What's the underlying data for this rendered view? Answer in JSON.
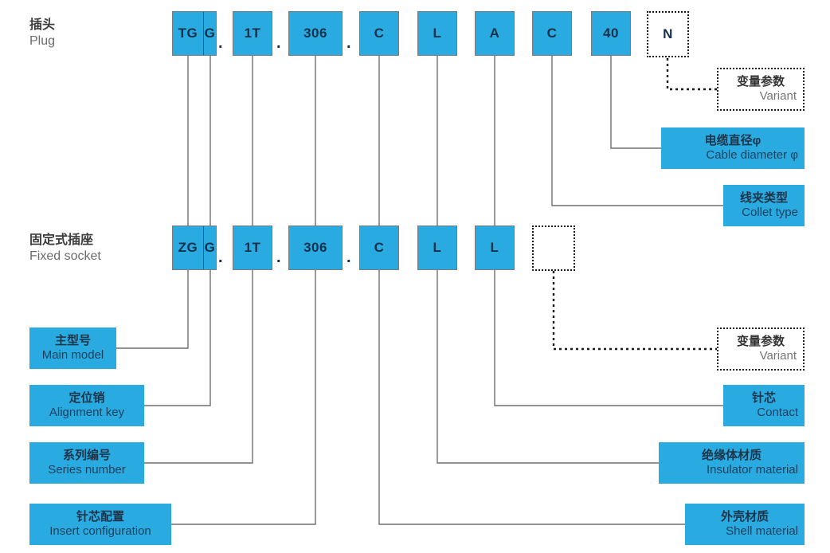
{
  "meta": {
    "accent": "#29abe2",
    "line": "#6e6e6e",
    "dotted": "#1a1a1a"
  },
  "rows": [
    {
      "id": "plug",
      "title_cn": "插头",
      "title_en": "Plug",
      "codes": [
        {
          "name": "main-model",
          "value": "TG",
          "sub": "G",
          "dotted": false
        },
        {
          "name": "series-number",
          "value": "1T",
          "dotted": false
        },
        {
          "name": "insert-configuration",
          "value": "306",
          "dotted": false
        },
        {
          "name": "shell-material",
          "value": "C",
          "dotted": false
        },
        {
          "name": "insulator-material",
          "value": "L",
          "dotted": false
        },
        {
          "name": "contact",
          "value": "A",
          "dotted": false
        },
        {
          "name": "collet-type",
          "value": "C",
          "dotted": false
        },
        {
          "name": "cable-diameter",
          "value": "40",
          "dotted": false
        },
        {
          "name": "variant",
          "value": "N",
          "dotted": true
        }
      ],
      "separators": [
        "."
      ]
    },
    {
      "id": "fixed-socket",
      "title_cn": "固定式插座",
      "title_en": "Fixed socket",
      "codes": [
        {
          "name": "main-model",
          "value": "ZG",
          "sub": "G",
          "dotted": false
        },
        {
          "name": "series-number",
          "value": "1T",
          "dotted": false
        },
        {
          "name": "insert-configuration",
          "value": "306",
          "dotted": false
        },
        {
          "name": "shell-material",
          "value": "C",
          "dotted": false
        },
        {
          "name": "insulator-material",
          "value": "L",
          "dotted": false
        },
        {
          "name": "contact",
          "value": "L",
          "dotted": false
        },
        {
          "name": "variant",
          "value": "",
          "dotted": true
        }
      ]
    }
  ],
  "separator_char": ".",
  "legends": {
    "variant_top": {
      "cn": "变量参数",
      "en": "Variant"
    },
    "cable_diameter": {
      "cn": "电缆直径φ",
      "en": "Cable diameter φ"
    },
    "collet_type": {
      "cn": "线夹类型",
      "en": "Collet type"
    },
    "main_model": {
      "cn": "主型号",
      "en": "Main model"
    },
    "alignment_key": {
      "cn": "定位销",
      "en": "Alignment key"
    },
    "series_number": {
      "cn": "系列编号",
      "en": "Series number"
    },
    "insert_configuration": {
      "cn": "针芯配置",
      "en": "Insert configuration"
    },
    "variant_bottom": {
      "cn": "变量参数",
      "en": "Variant"
    },
    "contact": {
      "cn": "针芯",
      "en": "Contact"
    },
    "insulator_material": {
      "cn": "绝缘体材质",
      "en": "Insulator material"
    },
    "shell_material": {
      "cn": "外壳材质",
      "en": "Shell material"
    }
  }
}
